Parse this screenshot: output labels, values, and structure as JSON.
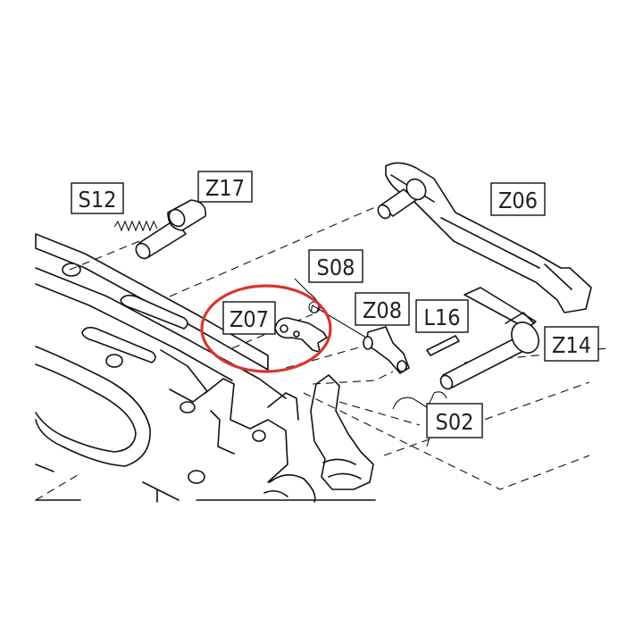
{
  "diagram": {
    "labels": {
      "S12": "S12",
      "Z17": "Z17",
      "Z06": "Z06",
      "S08": "S08",
      "Z07": "Z07",
      "Z08": "Z08",
      "L16": "L16",
      "Z14": "Z14",
      "S02": "S02"
    },
    "highlight": {
      "target": "Z07",
      "color": "#d9352b"
    }
  }
}
